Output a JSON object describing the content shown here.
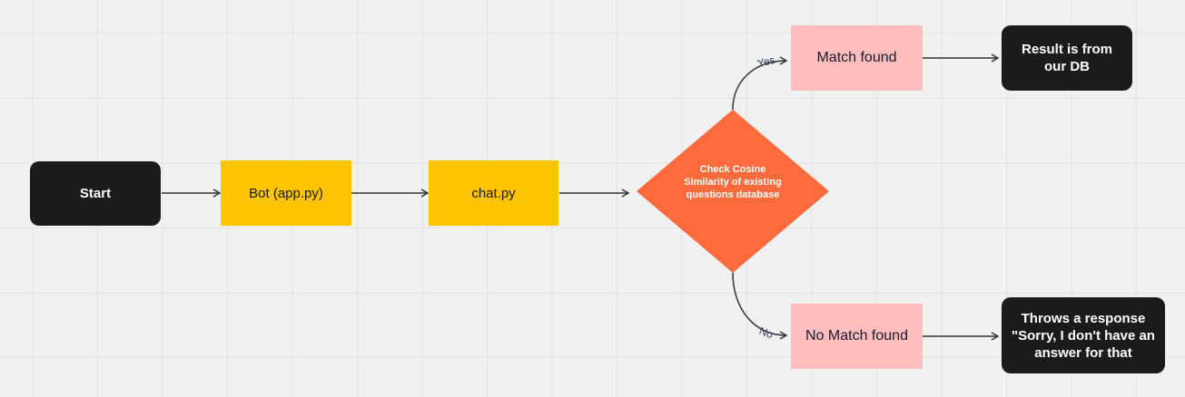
{
  "nodes": {
    "start": "Start",
    "bot": "Bot (app.py)",
    "chat": "chat.py",
    "decision": "Check Cosine Similarity of existing questions database",
    "match": "Match found",
    "no_match": "No Match found",
    "result": "Result  is from our DB",
    "response": "Throws a response \"Sorry, I  don't have an answer for that"
  },
  "edge_labels": {
    "yes": "Yes",
    "no": "No"
  },
  "colors": {
    "canvas": "#f1f1f1",
    "terminal": "#1b1b1b",
    "process": "#ffc400",
    "decision": "#ff6b3d",
    "outcome": "#ffbdbd",
    "edge": "#333333"
  }
}
